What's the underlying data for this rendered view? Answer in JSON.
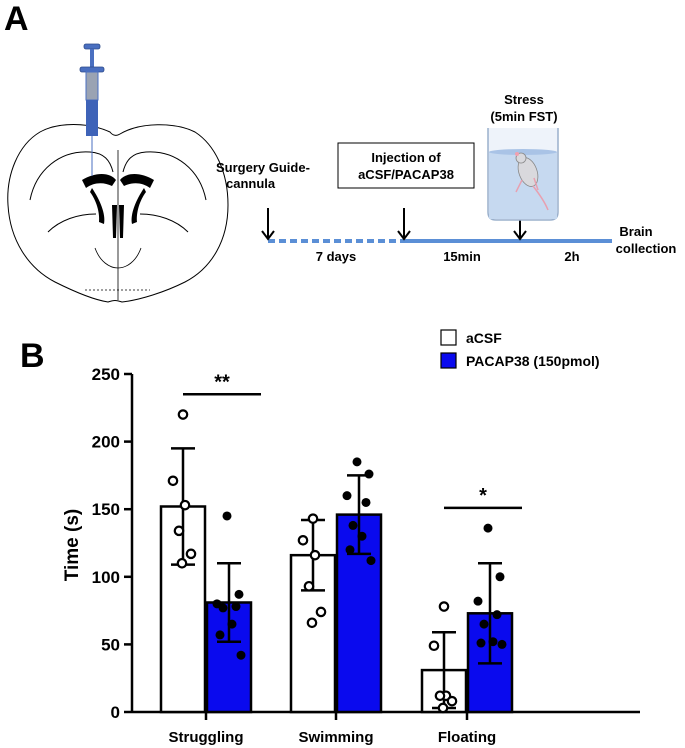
{
  "panel_a": {
    "label": "A",
    "surgery_label_line1": "Surgery Guide-",
    "surgery_label_line2": "cannula",
    "injection_label_line1": "Injection of",
    "injection_label_line2": "aCSF/PACAP38",
    "stress_label_line1": "Stress",
    "stress_label_line2": "(5min FST)",
    "brain_label_line1": "Brain",
    "brain_label_line2": "collection",
    "interval_7days": "7 days",
    "interval_15min": "15min",
    "interval_2h": "2h",
    "colors": {
      "timeline": "#5b8fd6",
      "syringe": "#4a6fc0"
    }
  },
  "panel_b": {
    "label": "B",
    "significance": [
      "**",
      "*"
    ]
  },
  "chart_data": {
    "type": "bar",
    "title": "",
    "xlabel": "",
    "ylabel": "Time (s)",
    "ylim": [
      0,
      250
    ],
    "yticks": [
      0,
      50,
      100,
      150,
      200,
      250
    ],
    "categories": [
      "Struggling",
      "Swimming",
      "Floating"
    ],
    "legend_position": "top-right",
    "series": [
      {
        "name": "aCSF",
        "color": "#ffffff",
        "means": [
          152,
          116,
          31
        ],
        "sd": [
          43,
          26,
          28
        ],
        "points": [
          [
            220,
            171,
            153,
            134,
            117,
            110
          ],
          [
            143,
            127,
            116,
            93,
            74,
            66
          ],
          [
            78,
            49,
            12,
            12,
            8,
            3
          ]
        ]
      },
      {
        "name": "PACAP38 (150pmol)",
        "color": "#0a0aee",
        "means": [
          81,
          146,
          73
        ],
        "sd": [
          29,
          29,
          37
        ],
        "points": [
          [
            145,
            87,
            80,
            78,
            77,
            65,
            57,
            42
          ],
          [
            185,
            176,
            160,
            155,
            138,
            130,
            120,
            112
          ],
          [
            136,
            100,
            82,
            72,
            65,
            52,
            51,
            50
          ]
        ]
      }
    ],
    "significance": [
      {
        "category": "Struggling",
        "label": "**"
      },
      {
        "category": "Floating",
        "label": "*"
      }
    ]
  }
}
